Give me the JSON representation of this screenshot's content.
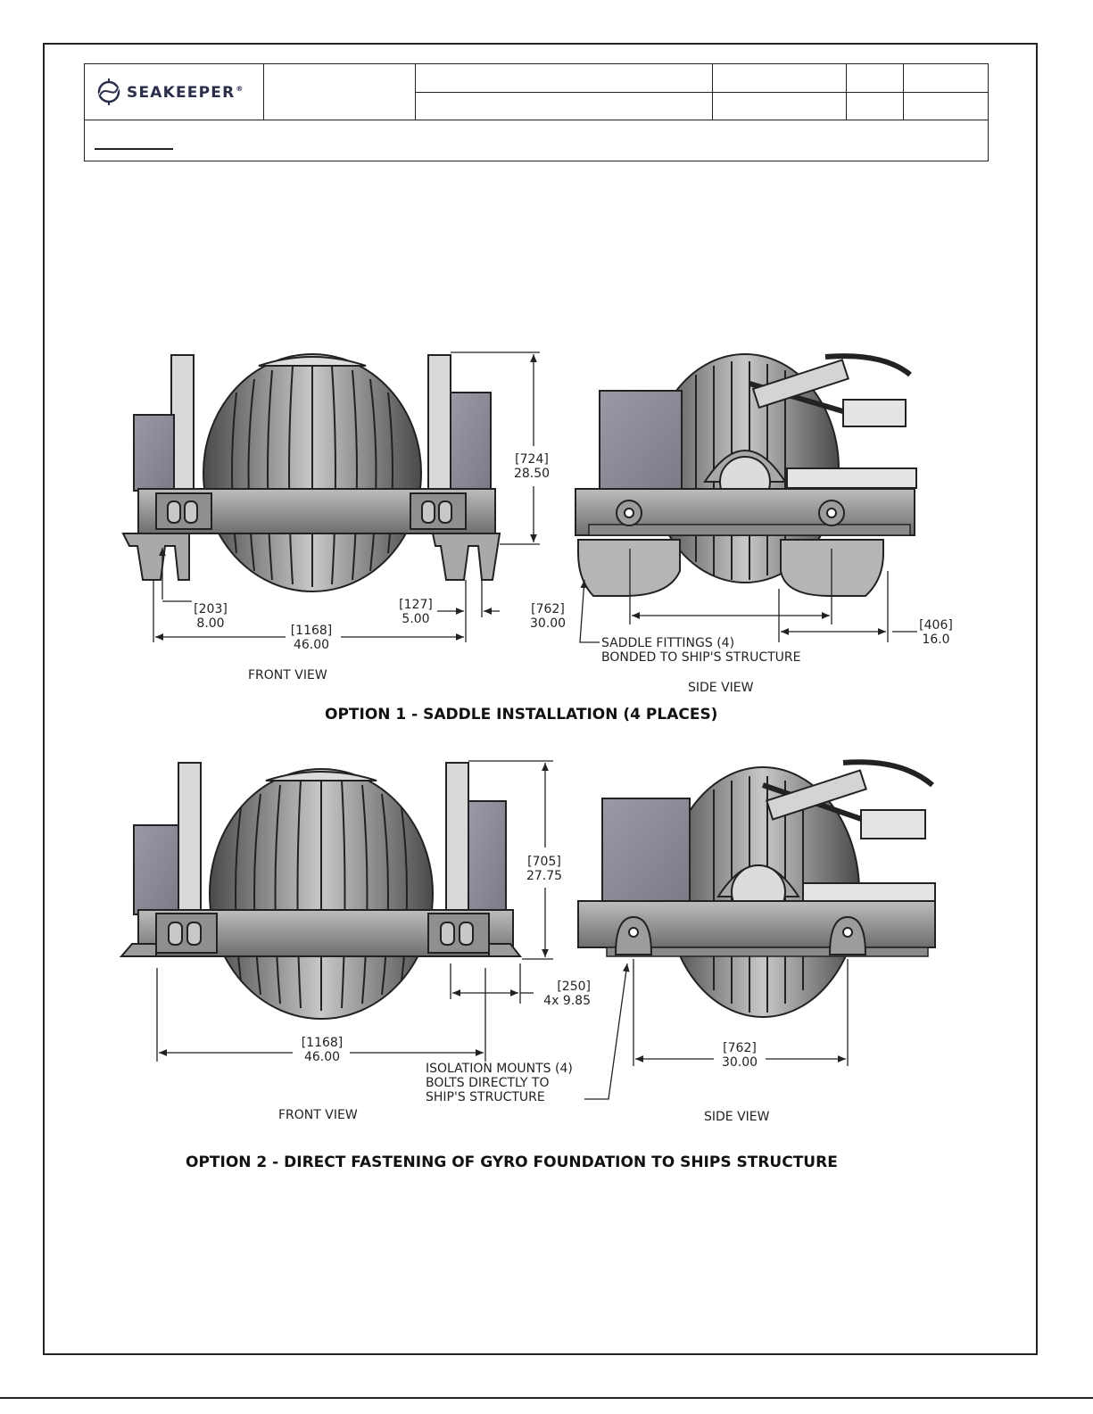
{
  "header": {
    "logo_text": "SEAKEEPER",
    "logo_mark": "®"
  },
  "option1": {
    "heading": "OPTION 1 - SADDLE INSTALLATION (4 PLACES)",
    "front_view_label": "FRONT VIEW",
    "side_view_label": "SIDE VIEW",
    "dims": {
      "height_mm": "[724]",
      "height_in": "28.50",
      "foot_mm": "[203]",
      "foot_in": "8.00",
      "width_mm": "[1168]",
      "width_in": "46.00",
      "flange_mm": "[127]",
      "flange_in": "5.00",
      "saddle_span_mm": "[762]",
      "saddle_span_in": "30.00",
      "saddle_len_mm": "[406]",
      "saddle_len_in": "16.0"
    },
    "note_line1": "SADDLE FITTINGS (4)",
    "note_line2": "BONDED TO SHIP'S STRUCTURE"
  },
  "option2": {
    "heading": "OPTION 2 - DIRECT FASTENING OF GYRO FOUNDATION TO SHIPS STRUCTURE",
    "front_view_label": "FRONT VIEW",
    "side_view_label": "SIDE VIEW",
    "dims": {
      "height_mm": "[705]",
      "height_in": "27.75",
      "mount_mm": "[250]",
      "mount_in": "4x  9.85",
      "width_mm": "[1168]",
      "width_in": "46.00",
      "span_mm": "[762]",
      "span_in": "30.00"
    },
    "note_line1": "ISOLATION MOUNTS (4)",
    "note_line2": "BOLTS DIRECTLY TO",
    "note_line3": "SHIP'S STRUCTURE"
  }
}
